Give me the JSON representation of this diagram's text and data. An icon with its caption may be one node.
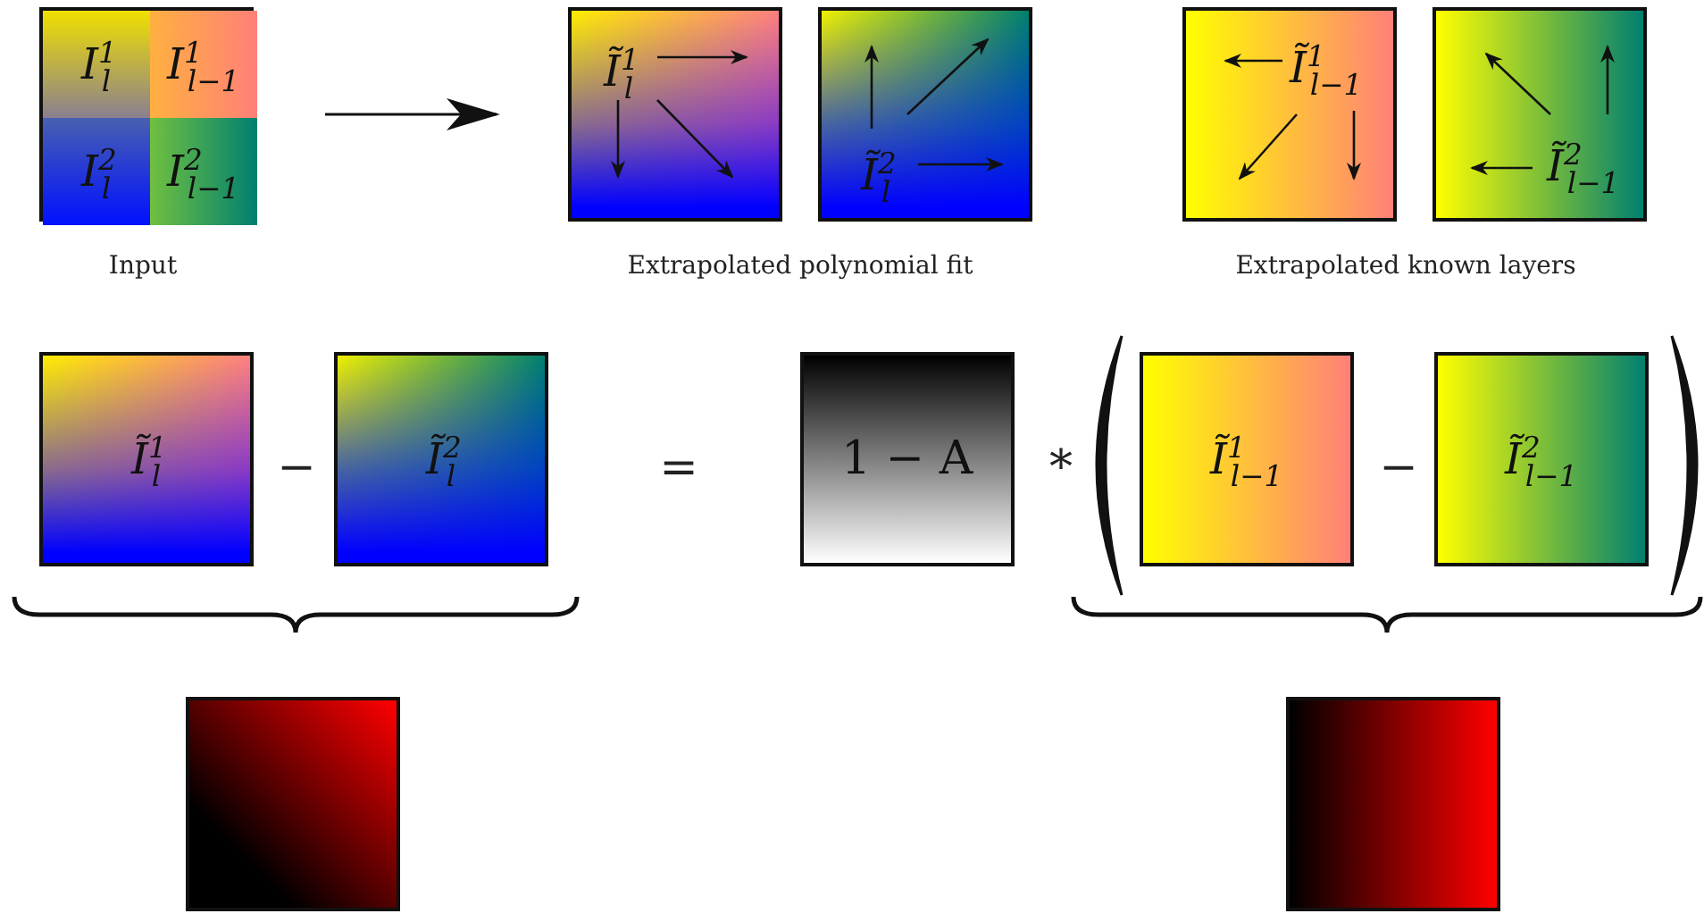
{
  "diagram": {
    "nodes": [
      {
        "text": [],
        "shape": "box"
      },
      {
        "text": [
          "I$^{1}$$_{l}$"
        ],
        "in": 0
      },
      {
        "text": [
          "I$^{1}$$_{l−1}$"
        ],
        "in": 0
      },
      {
        "text": [
          "I$^{2}$$_{l}$"
        ],
        "in": 0
      },
      {
        "text": [
          "I$^{2}$$_{l−1}$"
        ],
        "in": 0
      },
      {
        "text": [
          "Ĩ$^{1}$$_{l}$"
        ]
      },
      {
        "text": [
          "Ĩ$^{2}$$_{l}$"
        ]
      },
      {
        "text": [
          "Ĩ$^{1}$$_{l−1}$"
        ]
      },
      {
        "text": [
          "Ĩ$^{2}$$_{l−1}$"
        ]
      },
      {
        "text": [
          "Ĩ$^{1}$$_{l}$"
        ]
      },
      {
        "text": [
          "Ĩ$^{2}$$_{l}$"
        ]
      },
      {
        "text": [
          "1 − A"
        ]
      },
      {
        "text": [
          "Ĩ$^{1}$$_{l−1}$"
        ]
      },
      {
        "text": [
          "Ĩ$^{2}$$_{l−1}$"
        ]
      },
      {
        "text": [],
        "shape": "box"
      },
      {
        "text": [],
        "shape": "box"
      }
    ],
    "edges": [
      {
        "from": 0,
        "to": 5,
        "arrow": "to"
      }
    ],
    "labels": [
      "Input",
      "Extrapolated polynomial fit",
      "Extrapolated known layers",
      "−",
      "=",
      "*",
      "−"
    ]
  }
}
